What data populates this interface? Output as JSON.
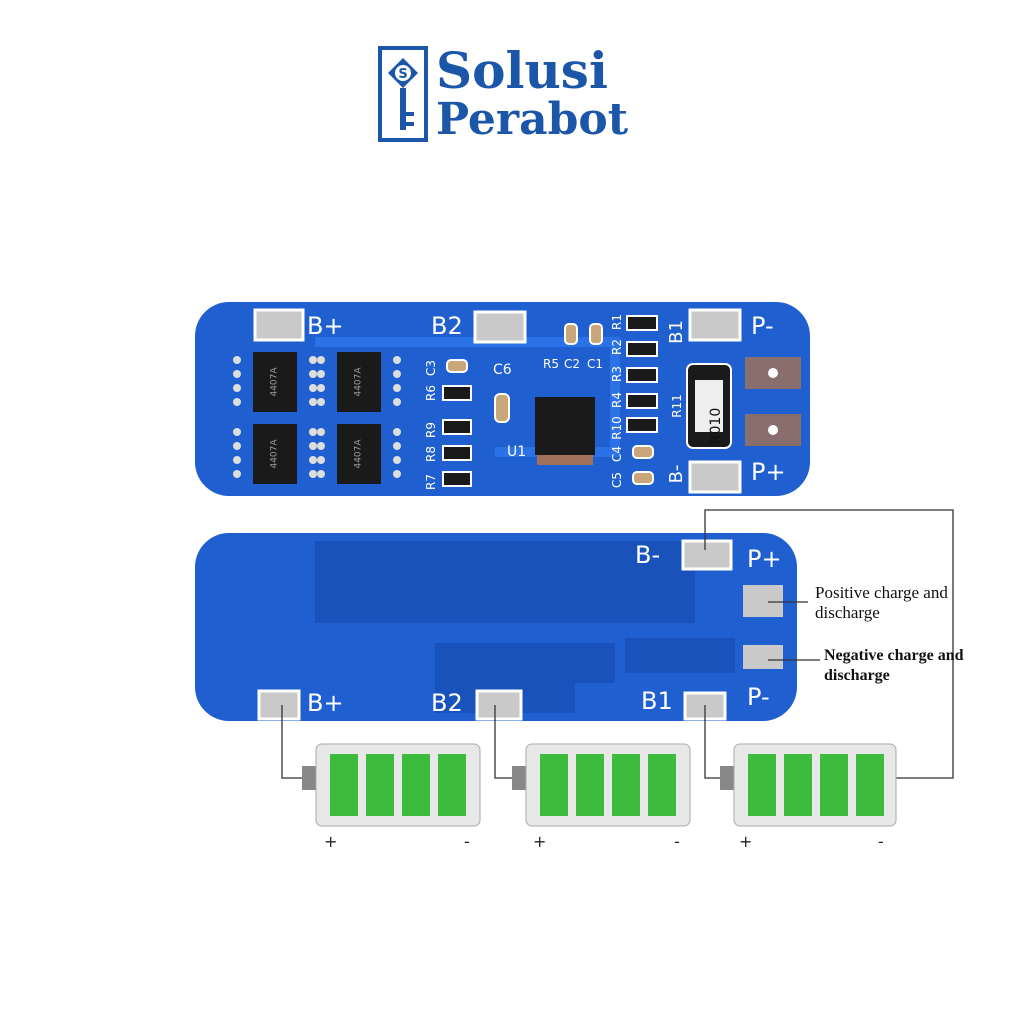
{
  "logo": {
    "line1": "Solusi",
    "line2": "Perabot",
    "mark_letter": "S",
    "color": "#1b56a8"
  },
  "board_top": {
    "pad_labels": [
      "B+",
      "B2",
      "P-",
      "P+",
      "B1",
      "B-"
    ],
    "components": [
      "C3",
      "R6",
      "R9",
      "R8",
      "R7",
      "C6",
      "U1",
      "R5",
      "C2",
      "C1",
      "R3",
      "R4",
      "R10",
      "C4",
      "C5",
      "R11",
      "R1",
      "R2"
    ],
    "shunt_marking": "R010",
    "mosfet_marking": "4407A"
  },
  "board_bottom": {
    "pad_labels": [
      "B-",
      "P+",
      "B+",
      "B2",
      "B1",
      "P-"
    ]
  },
  "annotations": {
    "positive": "Positive charge and discharge",
    "negative": "Negative charge and discharge"
  },
  "batteries": [
    {
      "plus": "+",
      "minus": "-"
    },
    {
      "plus": "+",
      "minus": "-"
    },
    {
      "plus": "+",
      "minus": "-"
    }
  ],
  "colors": {
    "pcb": "#1f5fd0",
    "pcb_dark": "#1646a8",
    "battery_green": "#3dbb3d",
    "pad": "#c9c9c9"
  }
}
